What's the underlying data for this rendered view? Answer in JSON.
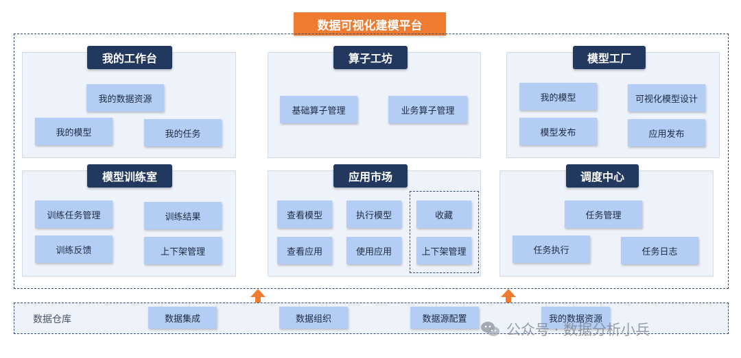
{
  "platform": {
    "title": "数据可视化建模平台"
  },
  "panels": {
    "my_workbench": {
      "title": "我的工作台",
      "items": [
        "我的数据资源",
        "我的模型",
        "我的任务"
      ]
    },
    "operator_workshop": {
      "title": "算子工坊",
      "items": [
        "基础算子管理",
        "业务算子管理"
      ]
    },
    "model_factory": {
      "title": "模型工厂",
      "items": [
        "我的模型",
        "可视化模型设计",
        "模型发布",
        "应用发布"
      ]
    },
    "training_room": {
      "title": "模型训练室",
      "items": [
        "训练任务管理",
        "训练结果",
        "训练反馈",
        "上下架管理"
      ]
    },
    "app_market": {
      "title": "应用市场",
      "items": [
        "查看模型",
        "执行模型",
        "收藏",
        "查看应用",
        "使用应用",
        "上下架管理"
      ]
    },
    "scheduling_center": {
      "title": "调度中心",
      "items": [
        "任务管理",
        "任务执行",
        "任务日志"
      ]
    }
  },
  "warehouse": {
    "label": "数据仓库",
    "items": [
      "数据集成",
      "数据组织",
      "数据源配置",
      "我的数据资源"
    ]
  },
  "watermark": {
    "text": "公众号 · 数据分析小兵",
    "icon": "wechat-icon"
  },
  "colors": {
    "accent": "#ee7b2f",
    "navy": "#22385e",
    "button": "#b4cdf5",
    "panel": "#eef2fa"
  }
}
